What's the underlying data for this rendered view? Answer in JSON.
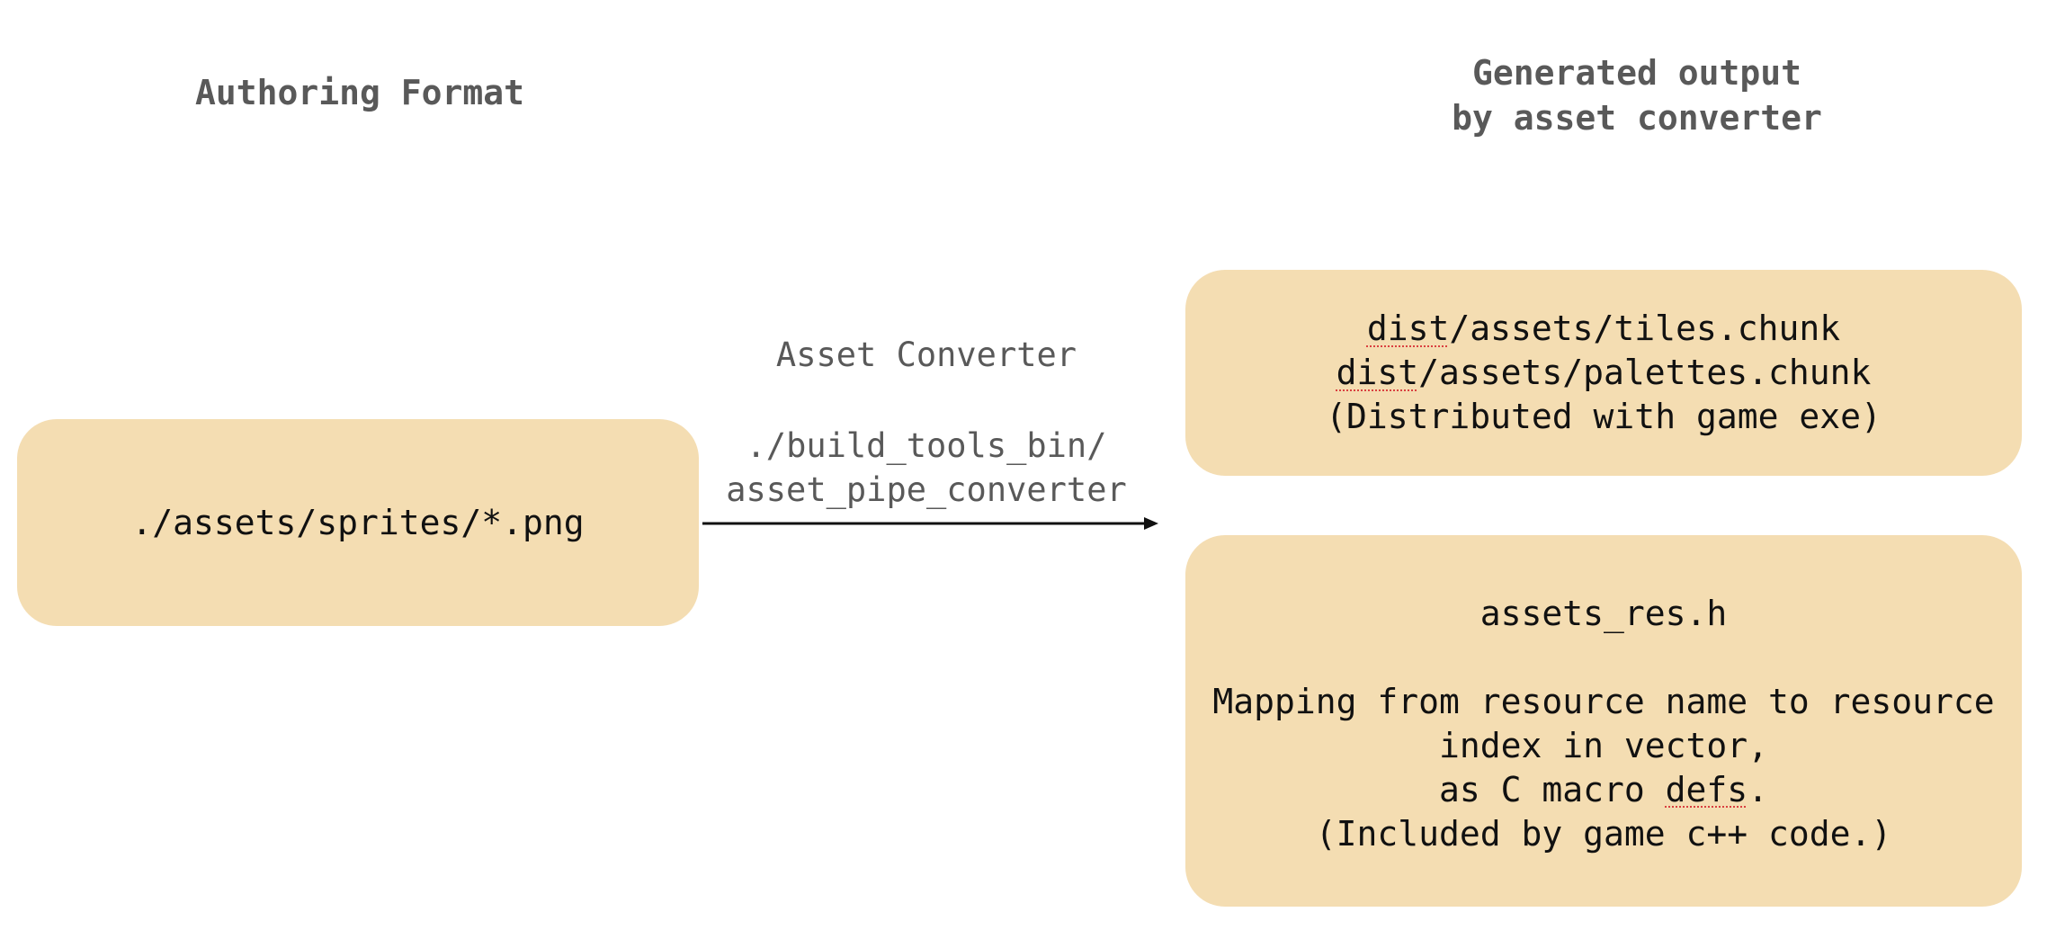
{
  "headings": {
    "authoring": "Authoring Format",
    "generated": [
      "Generated output",
      "by asset converter"
    ]
  },
  "source_box": {
    "text": "./assets/sprites/*.png"
  },
  "converter": {
    "title": "Asset Converter",
    "path": [
      "./build_tools_bin/",
      "asset_pipe_converter"
    ]
  },
  "chunks_box": {
    "line1_prefix": "dist",
    "line1_rest": "/assets/tiles.chunk",
    "line2_prefix": "dist",
    "line2_rest": "/assets/palettes.chunk",
    "line3": "(Distributed with game exe)"
  },
  "header_box": {
    "title": "assets_res.h",
    "line1": "Mapping from resource name to resource",
    "line2": "index in vector,",
    "line3_prefix": "as C macro ",
    "line3_word": "defs",
    "line3_suffix": ".",
    "line4": "(Included by game c++ code.)"
  },
  "colors": {
    "box_fill": "#f4ddb2",
    "heading_text": "#595959",
    "arrow": "#111111"
  }
}
